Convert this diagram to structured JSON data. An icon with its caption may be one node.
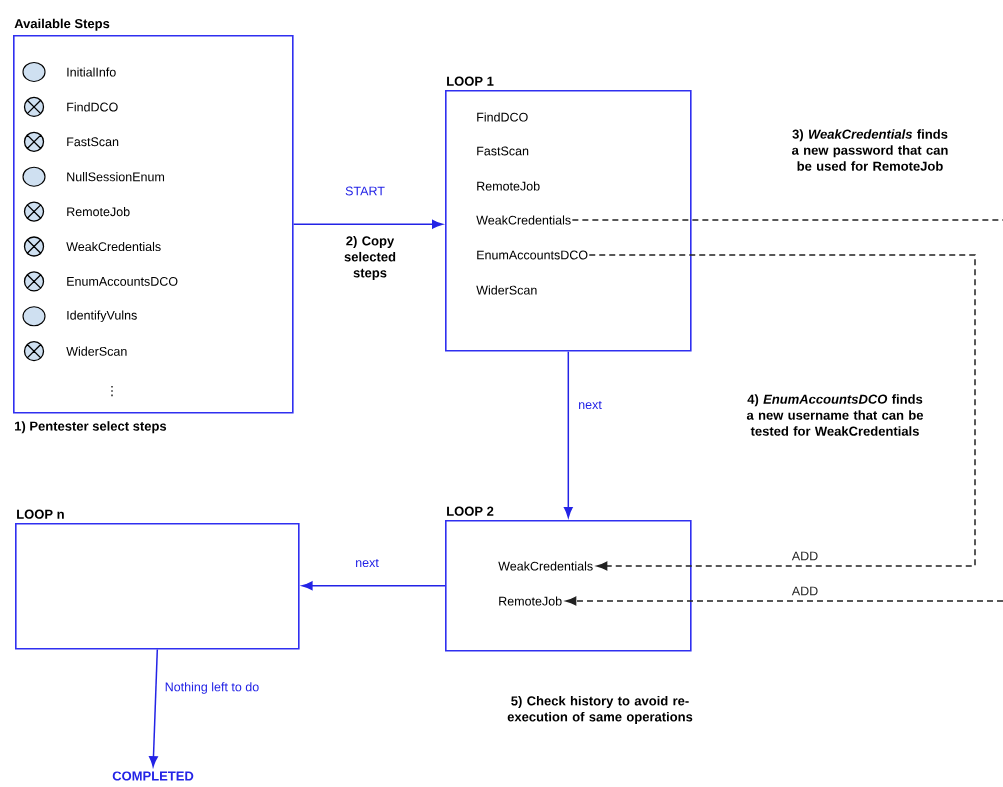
{
  "diagram": {
    "nodes": [
      {
        "text": [
          "Available Steps",
          "InitialInfo",
          "FindDCO",
          "FastScan",
          "NullSessionEnum",
          "RemoteJob",
          "WeakCredentials",
          "EnumAccountsDCO",
          "IdentifyVulns",
          "WiderScan",
          "⋮"
        ],
        "beside": [
          "1) Pentester select steps"
        ]
      },
      {
        "text": [
          "LOOP 1"
        ]
      },
      {
        "text": [
          "FindDCO"
        ],
        "in": 1
      },
      {
        "text": [
          "FastScan"
        ],
        "in": 1
      },
      {
        "text": [
          "RemoteJob"
        ],
        "in": 1
      },
      {
        "text": [
          "WeakCredentials"
        ],
        "in": 1
      },
      {
        "text": [
          "EnumAccountsDCO"
        ],
        "in": 1
      },
      {
        "text": [
          "WiderScan"
        ],
        "in": 1
      },
      {
        "text": [
          "LOOP 2"
        ]
      },
      {
        "text": [
          "WeakCredentials"
        ],
        "in": 8
      },
      {
        "text": [
          "RemoteJob"
        ],
        "in": 8
      },
      {
        "text": [
          "LOOP n"
        ]
      },
      {
        "text": [
          "COMPLETED"
        ]
      }
    ],
    "edges": [
      {
        "from": 0,
        "to": 1,
        "arrow": "to",
        "label": "START"
      },
      {
        "from": 1,
        "to": 8,
        "arrow": "to",
        "label": "next"
      },
      {
        "from": 8,
        "to": 11,
        "arrow": "to",
        "label": "next"
      },
      {
        "from": 11,
        "to": 12,
        "arrow": "to",
        "label": "Nothing left to do"
      },
      {
        "from": 5,
        "to": null,
        "arrow": "none",
        "style": "dashed",
        "color": "#222222"
      },
      {
        "from": 6,
        "to": 9,
        "arrow": "to",
        "label": "ADD",
        "style": "dashed",
        "color": "#222222"
      },
      {
        "from": null,
        "to": 10,
        "arrow": "to",
        "label": "ADD",
        "style": "dashed",
        "color": "#222222"
      }
    ],
    "labels": [
      "2) Copy selected steps",
      "3) *WeakCredentials* finds a new password that can be used for RemoteJob",
      "4) *EnumAccountsDCO* finds a new username that can be tested for WeakCredentials",
      "5) Check history to avoid re-execution of same operations"
    ]
  }
}
